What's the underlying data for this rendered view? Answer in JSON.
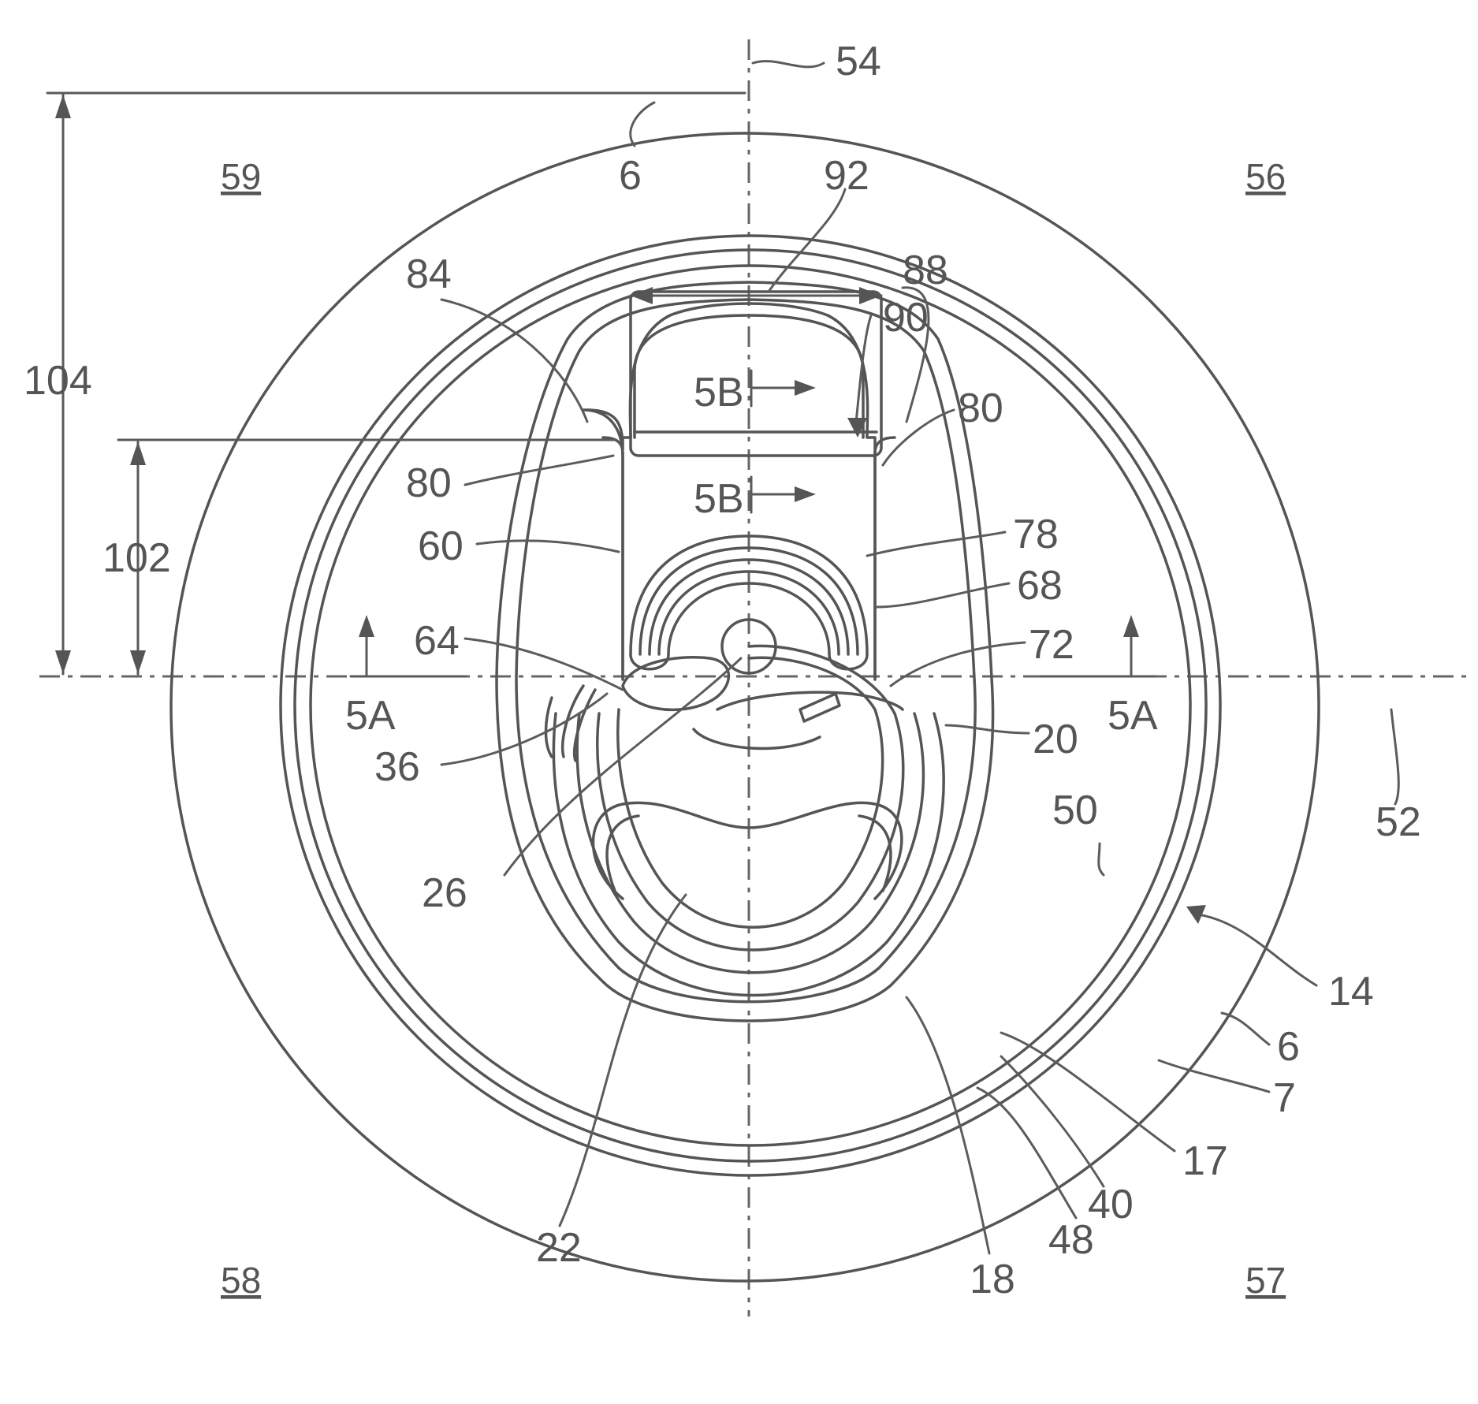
{
  "labels": {
    "l54": "54",
    "l6": "6",
    "l92": "92",
    "l90": "90",
    "l84": "84",
    "l88": "88",
    "l80": "80",
    "l60": "60",
    "l78": "78",
    "l68": "68",
    "l64": "64",
    "l72": "72",
    "l36": "36",
    "l20": "20",
    "l26": "26",
    "l50": "50",
    "l52": "52",
    "l14": "14",
    "l7": "7",
    "l17": "17",
    "l40": "40",
    "l48": "48",
    "l18": "18",
    "l22": "22",
    "l104": "104",
    "l102": "102",
    "l5b": "5B",
    "l5a": "5A"
  },
  "quadrants": {
    "q59": "59",
    "q56": "56",
    "q58": "58",
    "q57": "57"
  },
  "colors": {
    "line": "#555555",
    "background": "#ffffff"
  }
}
